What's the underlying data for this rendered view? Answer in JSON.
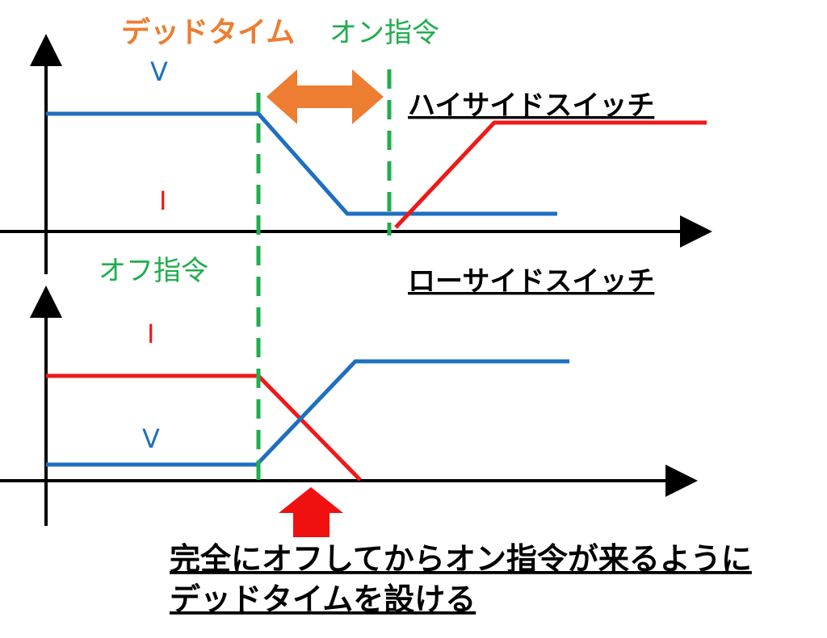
{
  "labels": {
    "dead_time": "デッドタイム",
    "on_command": "オン指令",
    "off_command": "オフ指令",
    "high_side_switch": "ハイサイドスイッチ",
    "low_side_switch": "ローサイドスイッチ",
    "high_v": "V",
    "high_i": "I",
    "low_i": "I",
    "low_v": "V",
    "note_line1": "完全にオフしてからオン指令が来るように",
    "note_line2": "デッドタイムを設ける"
  },
  "colors": {
    "voltage": "#1f6fc0",
    "current": "#f01818",
    "command": "#1fae4c",
    "dead_time": "#ed7d31",
    "axis": "#000000"
  }
}
